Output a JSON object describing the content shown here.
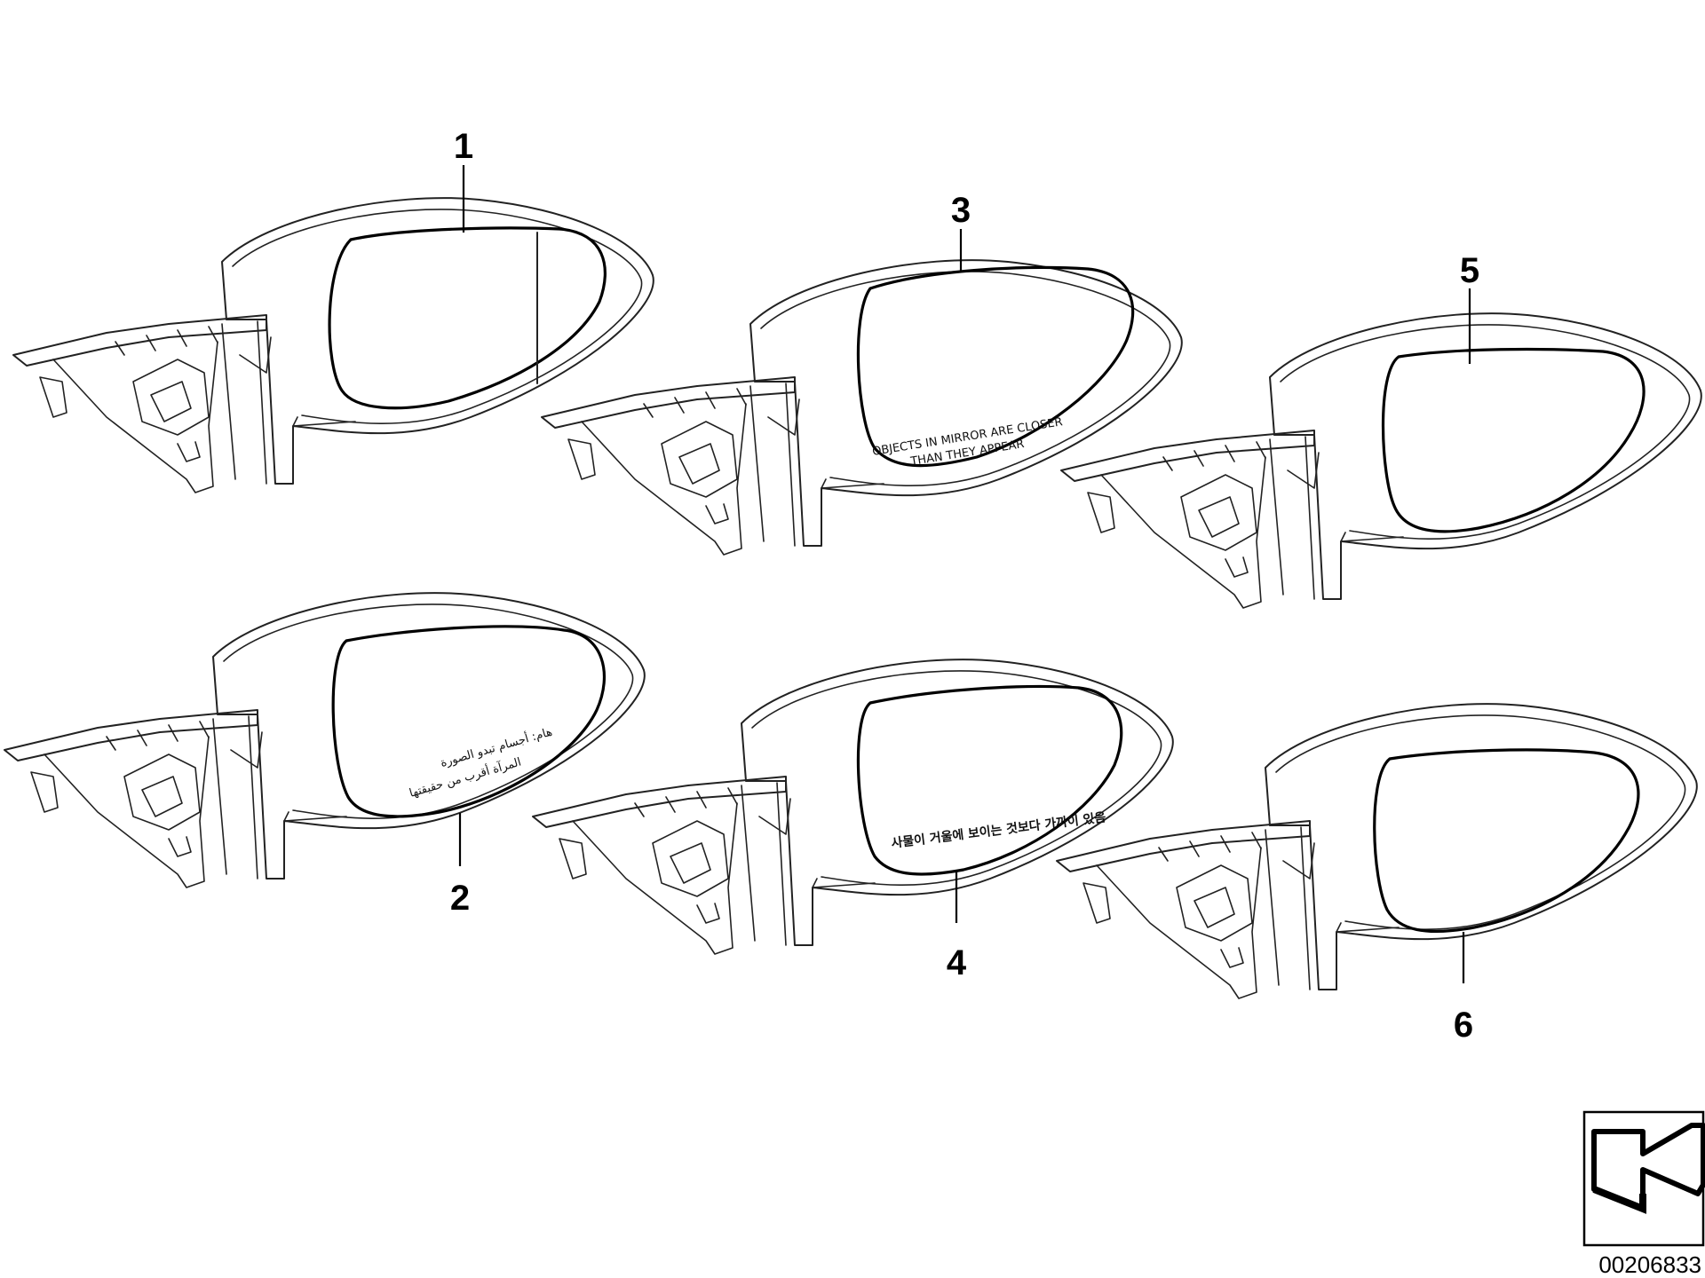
{
  "parts": [
    {
      "callout": "1",
      "etched_text": []
    },
    {
      "callout": "2",
      "etched_text": [
        "هام: أجسام تبدو الصورة",
        "المرآة أقرب من حقيقتها"
      ]
    },
    {
      "callout": "3",
      "etched_text": [
        "OBJECTS IN MIRROR ARE CLOSER",
        "THAN THEY APPEAR"
      ]
    },
    {
      "callout": "4",
      "etched_text": [
        "사물이 거울에 보이는 것보다 가까이 있음"
      ]
    },
    {
      "callout": "5",
      "etched_text": []
    },
    {
      "callout": "6",
      "etched_text": []
    }
  ],
  "document_number": "00206833",
  "icons": {
    "view_direction": "view-direction-arrow-icon"
  }
}
